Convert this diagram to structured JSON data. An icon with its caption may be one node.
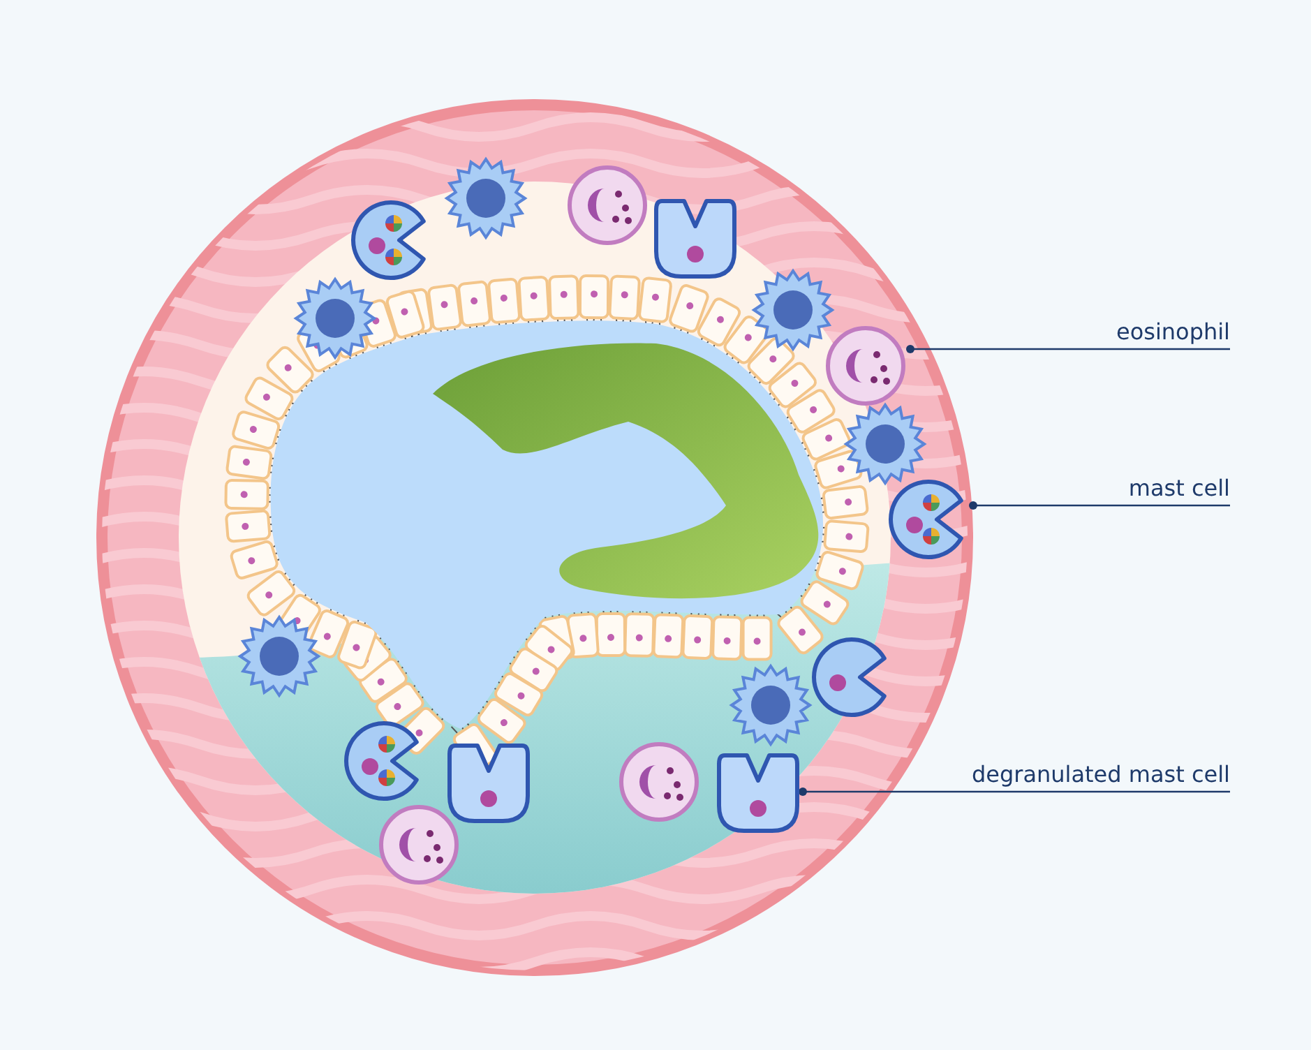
{
  "diagram": {
    "nodes": [
      {
        "text": [
          "eosinophil"
        ]
      },
      {
        "text": [
          "mast cell"
        ]
      },
      {
        "text": [
          "degranulated mast cell"
        ]
      },
      {
        "text": [],
        "shape": "picture"
      },
      {
        "text": [],
        "shape": "picture"
      },
      {
        "text": [],
        "shape": "picture"
      }
    ],
    "edges": [
      {
        "from": 0,
        "to": 3,
        "arrow": "other"
      },
      {
        "from": 1,
        "to": 4,
        "arrow": "other"
      },
      {
        "from": 2,
        "to": 5,
        "arrow": "other"
      }
    ]
  }
}
